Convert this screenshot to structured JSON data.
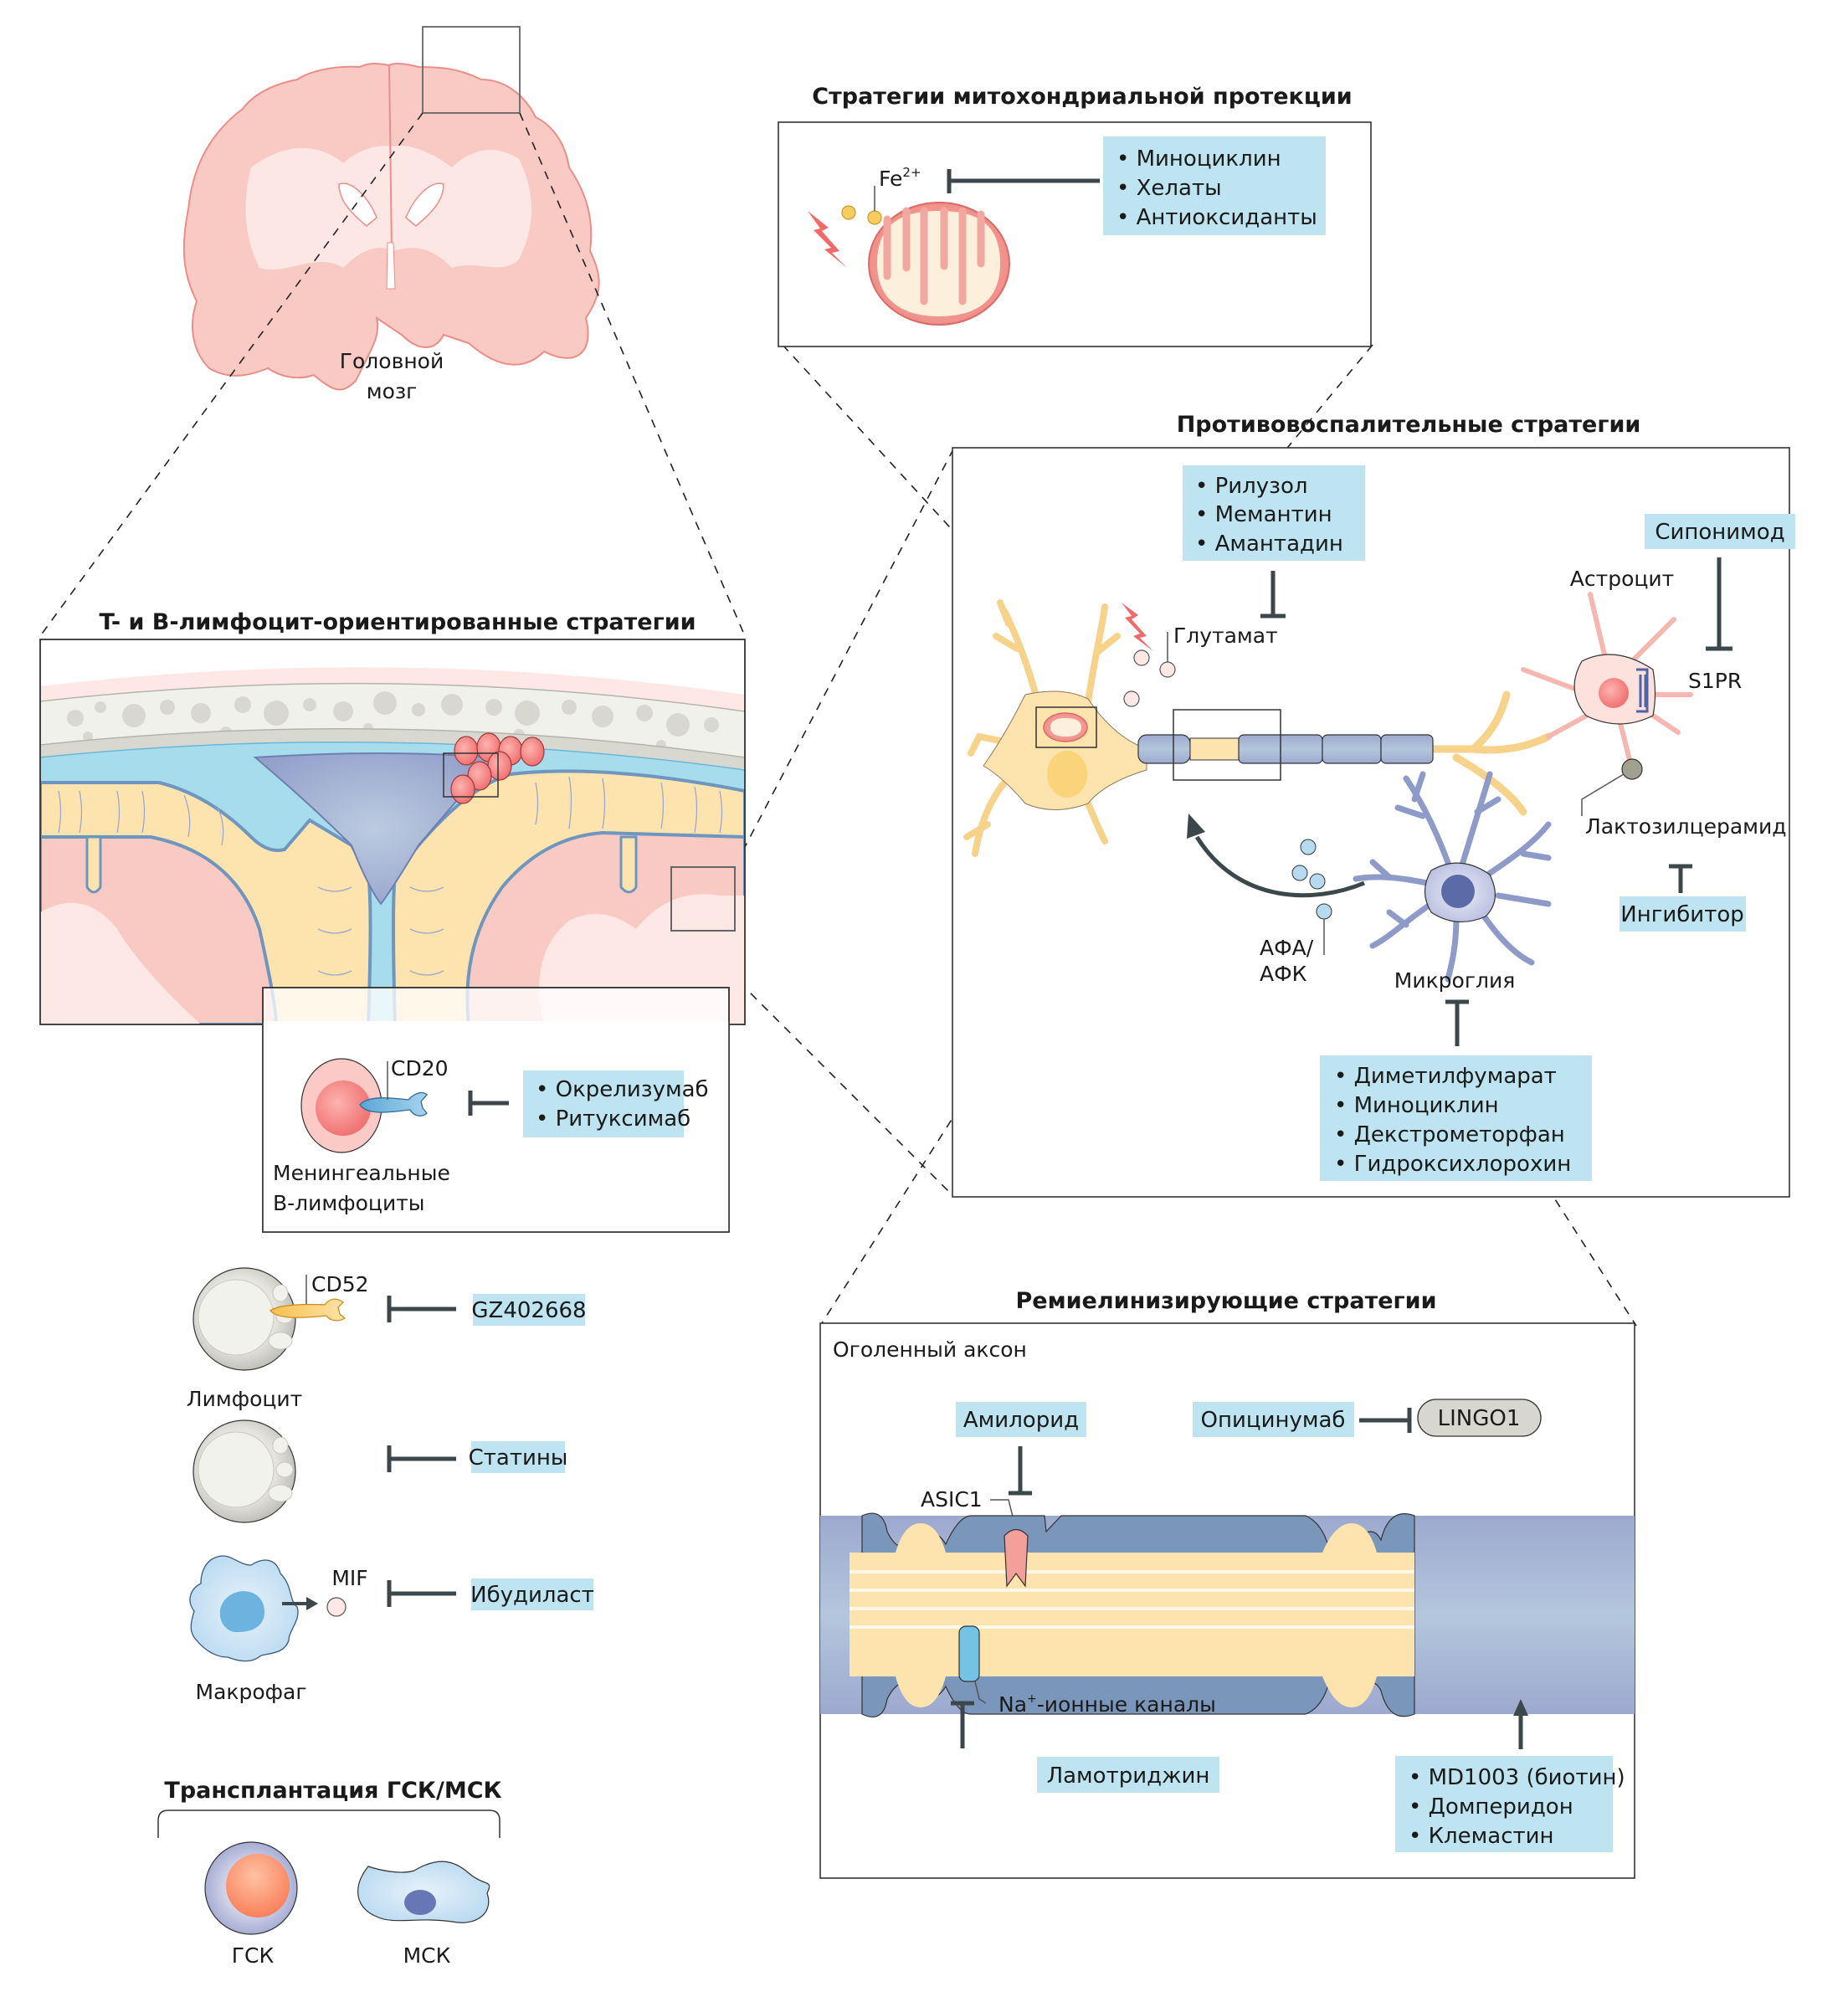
{
  "brain": {
    "label_line1": "Головной",
    "label_line2": "мозг"
  },
  "mito": {
    "title": "Стратегии митохондриальной протекции",
    "ion_label": "Fe",
    "ion_charge": "2+",
    "drugs": [
      "• Миноциклин",
      "• Хелаты",
      "• Антиоксиданты"
    ]
  },
  "lymph": {
    "title": "T- и B-лимфоцит-ориентированные стратегии",
    "bcell": {
      "receptor": "CD20",
      "cell_line1": "Менингеальные",
      "cell_line2": "B-лимфоциты",
      "drugs": [
        "• Окрелизумаб",
        "• Ритуксимаб"
      ]
    },
    "lymphocyte": {
      "receptor": "CD52",
      "cell": "Лимфоцит",
      "drug": "GZ402668"
    },
    "statins": {
      "drug": "Статины"
    },
    "macrophage": {
      "factor": "MIF",
      "cell": "Макрофаг",
      "drug": "Ибудиласт"
    }
  },
  "transplant": {
    "title": "Трансплантация ГСК/МСК",
    "cell1": "ГСК",
    "cell2": "МСК"
  },
  "inflam": {
    "title": "Противовоспалительные стратегии",
    "glutamate_drugs": [
      "• Рилузол",
      "• Мемантин",
      "• Амантадин"
    ],
    "glutamate": "Глутамат",
    "astrocyte": "Астроцит",
    "s1pr_drug": "Сипонимод",
    "s1pr": "S1PR",
    "lactosyl": "Лактозилцерамид",
    "inhibitor": "Ингибитор",
    "ros_line1": "АФА/",
    "ros_line2": "АФК",
    "microglia": "Микроглия",
    "microglia_drugs": [
      "• Диметилфумарат",
      "• Миноциклин",
      "• Декстрометорфан",
      "• Гидроксихлорохин"
    ]
  },
  "remyel": {
    "title": "Ремиелинизирующие стратегии",
    "subtitle": "Оголенный аксон",
    "amiloride": "Амилорид",
    "asic": "ASIC1",
    "opicinumab": "Опицинумаб",
    "lingo": "LINGO1",
    "na_prefix": "Na",
    "na_sup": "+",
    "na_suffix": "-ионные каналы",
    "lamotrigine": "Ламотриджин",
    "promoters": [
      "• MD1003 (биотин)",
      "• Домперидон",
      "• Клемастин"
    ]
  },
  "colors": {
    "drug_box": "#bfe4f1",
    "inhibit_line": "#3c474c",
    "brain_pink": "#f9c9c4",
    "myelin_blue": "#7d93bb",
    "axon_yellow": "#fde3ad"
  }
}
